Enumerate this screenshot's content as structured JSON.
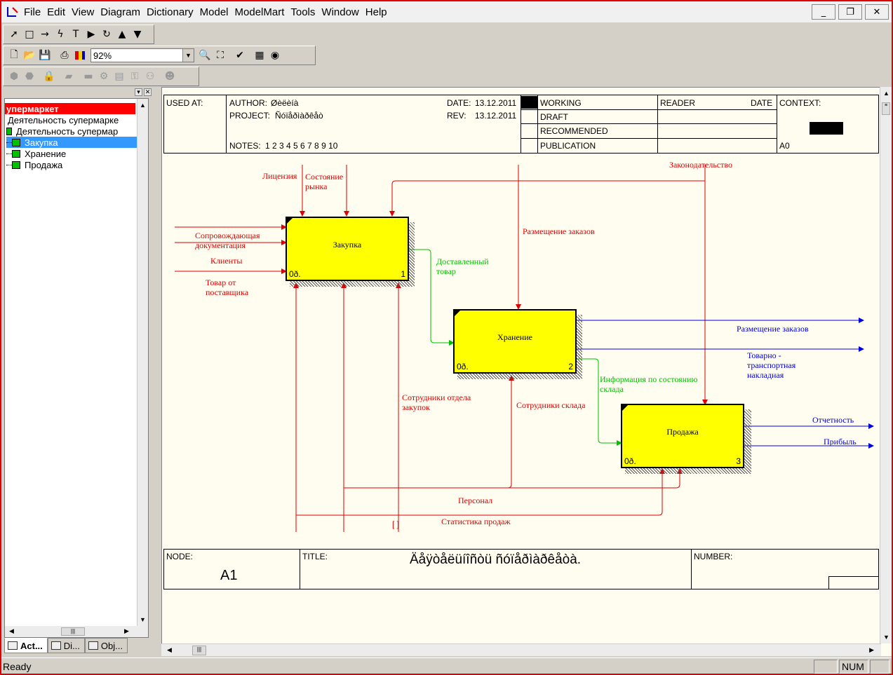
{
  "menu": [
    "File",
    "Edit",
    "View",
    "Diagram",
    "Dictionary",
    "Model",
    "ModelMart",
    "Tools",
    "Window",
    "Help"
  ],
  "window_controls": [
    "_",
    "❐",
    "✕"
  ],
  "toolbar1": [
    "pointer",
    "box",
    "arrow",
    "squiggle",
    "T",
    "play",
    "rotate",
    "up",
    "down"
  ],
  "zoom": {
    "value": "92%"
  },
  "tree": {
    "header": "упермаркет",
    "items": [
      "Деятельность супермарке",
      "Деятельность супермар",
      "Закупка",
      "Хранение",
      "Продажа"
    ]
  },
  "tabs": [
    "Act...",
    "Di...",
    "Obj..."
  ],
  "status": {
    "text": "Ready",
    "num": "NUM"
  },
  "form": {
    "used_at": "USED AT:",
    "author_label": "AUTHOR:",
    "author_value": "Øèëèíà",
    "project_label": "PROJECT:",
    "project_value": "Ñóïåðìàðêåò",
    "date_label": "DATE:",
    "date_value": "13.12.2011",
    "rev_label": "REV:",
    "rev_value": "13.12.2011",
    "notes_label": "NOTES:",
    "notes_value": "1  2  3  4  5  6  7  8  9  10",
    "status": [
      "WORKING",
      "DRAFT",
      "RECOMMENDED",
      "PUBLICATION"
    ],
    "reader": "READER",
    "date2": "DATE",
    "context": "CONTEXT:",
    "context_node": "A0",
    "node_label": "NODE:",
    "node_value": "A1",
    "title_label": "TITLE:",
    "title_value": "Äåÿòåëüíîñòü ñóïåðìàðêåòà.",
    "number_label": "NUMBER:"
  },
  "boxes": [
    {
      "title": "Закупка",
      "code": "0ð.",
      "num": "1"
    },
    {
      "title": "Хранение",
      "code": "0ð.",
      "num": "2"
    },
    {
      "title": "Продажа",
      "code": "0ð.",
      "num": "3"
    }
  ],
  "arrows": {
    "license": "Лицензия",
    "market_state": "Состояние рынка",
    "legislation": "Законодательство",
    "accompanying_docs": "Сопровождающая документация",
    "clients": "Клиенты",
    "supplier_goods": "Товар от поставщика",
    "delivered_goods": "Доставленный товар",
    "order_placement_in": "Размещение заказов",
    "order_placement_out": "Размещение заказов",
    "waybill": "Товарно - транспортная накладная",
    "stock_info": "Информация по состоянию склада",
    "purchase_staff": "Сотрудники отдела закупок",
    "warehouse_staff": "Сотрудники склада",
    "reports": "Отчетность",
    "profit": "Прибыль",
    "personnel": "Персонал",
    "sales_stats": "Статистика продаж",
    "tunnel": "[ ]"
  },
  "colors": {
    "control": "#e00000",
    "flow": "#00c000",
    "output": "#0000e0",
    "box": "#ffff00"
  }
}
